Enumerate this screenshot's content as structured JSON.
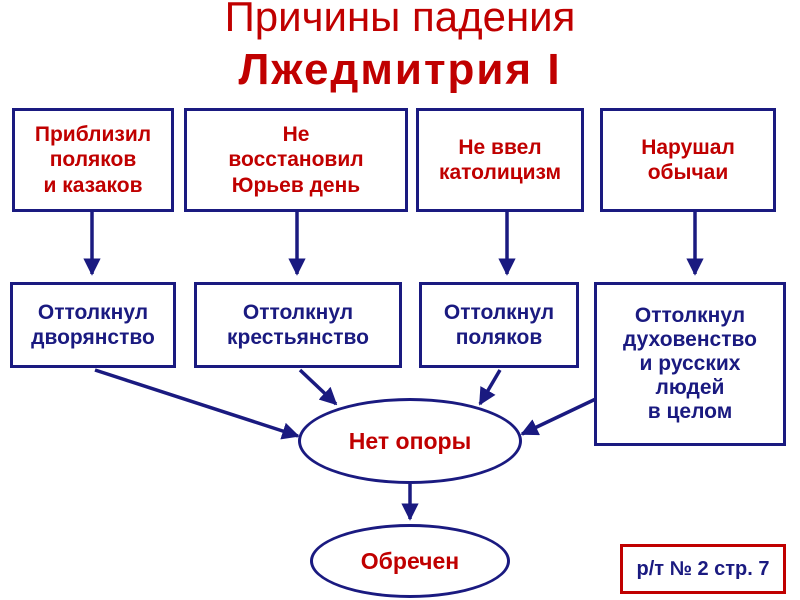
{
  "title": {
    "line1": "Причины падения",
    "line2": "Лжедмитрия I"
  },
  "causes": [
    "Приблизил\nполяков\nи казаков",
    "Не\nвосстановил\nЮрьев день",
    "Не ввел\nкатолицизм",
    "Нарушал\nобычаи"
  ],
  "effects": [
    "Оттолкнул\nдворянство",
    "Оттолкнул\nкрестьянство",
    "Оттолкнул\nполяков",
    "Оттолкнул\nдуховенство\nи русских\nлюдей\nв целом"
  ],
  "center": "Нет опоры",
  "result": "Обречен",
  "reference": "р/т № 2 стр. 7",
  "colors": {
    "accent": "#c00000",
    "line": "#1a1a80"
  }
}
